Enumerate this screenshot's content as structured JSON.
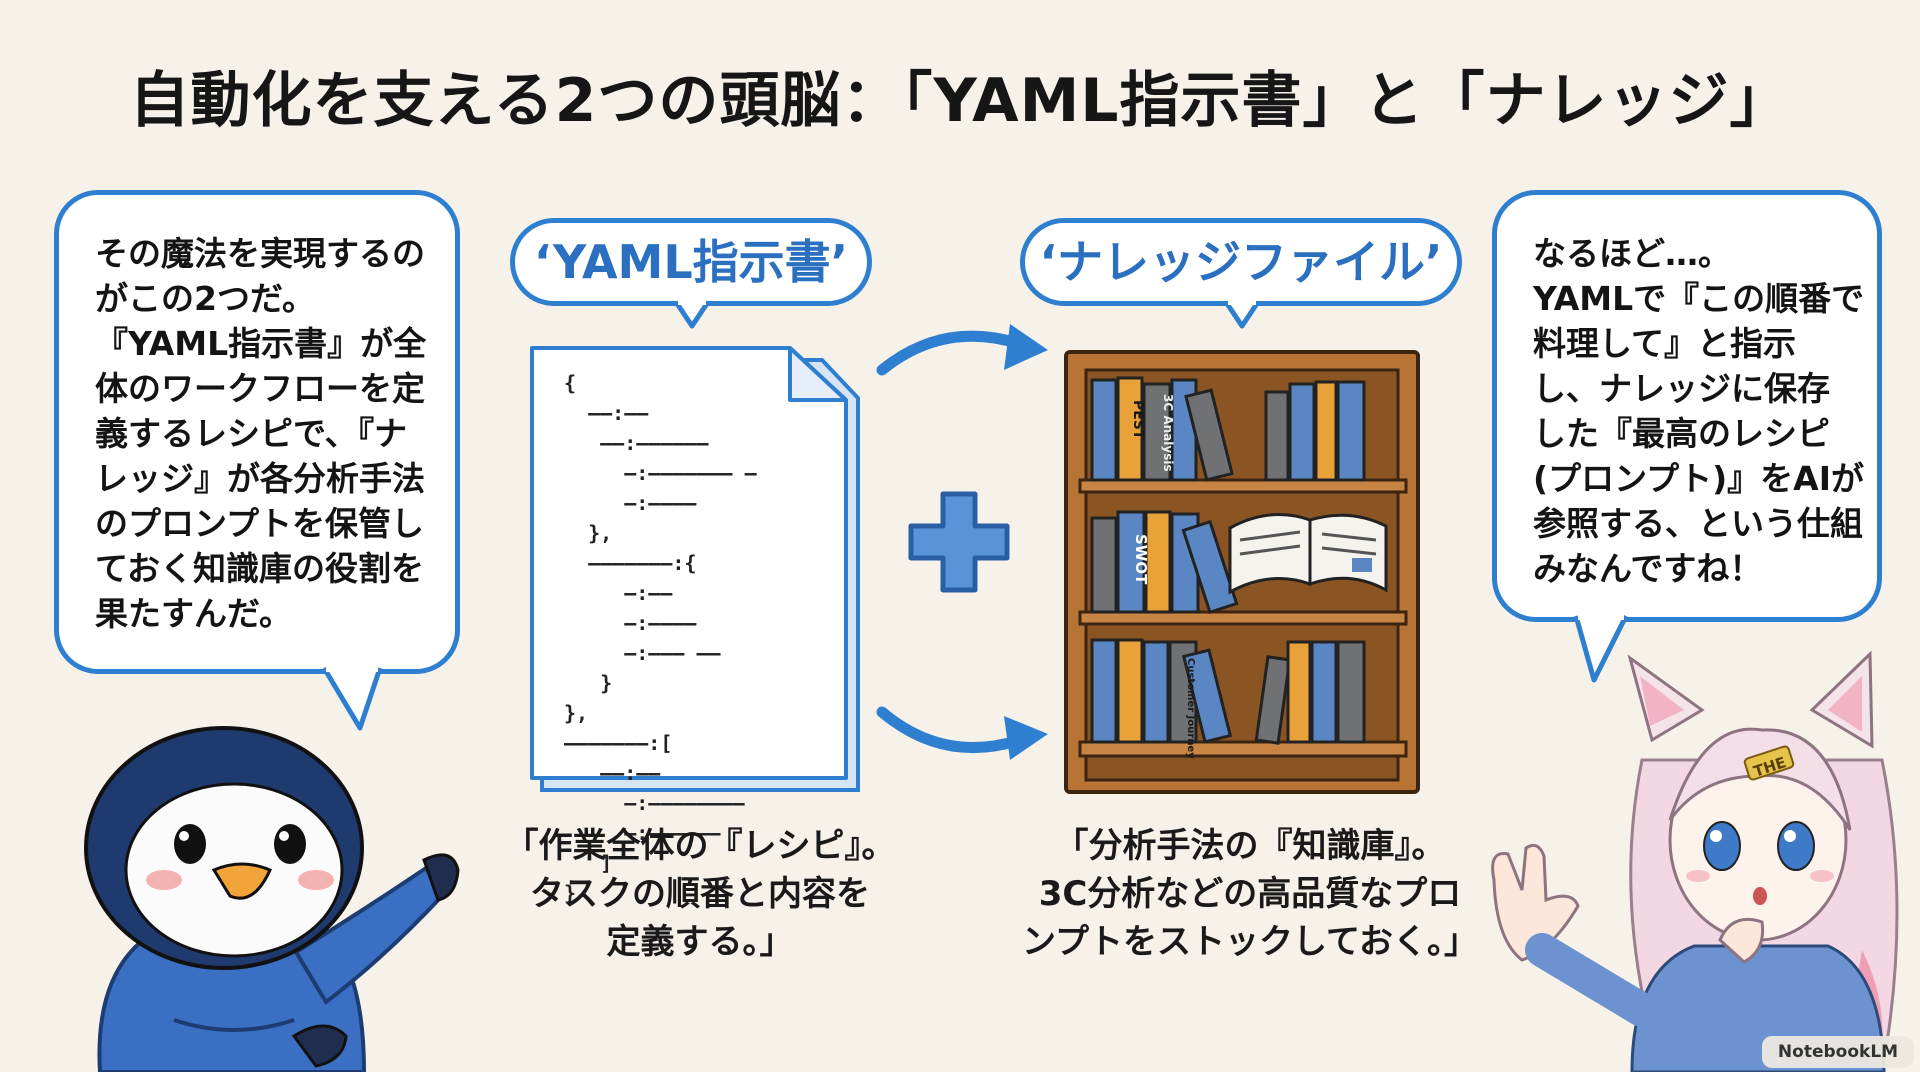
{
  "title": "自動化を支える2つの頭脳：「YAML指示書」と「ナレッジ」",
  "left_bubble": {
    "lines": [
      "その魔法を実現するの",
      "がこの2つだ。",
      "『YAML指示書』が全",
      "体のワークフローを定",
      "義するレシピで、『ナ",
      "レッジ』が各分析手法",
      "のプロンプトを保管し",
      "ておく知識庫の役割を",
      "果たすんだ。"
    ]
  },
  "right_bubble": {
    "lines": [
      "なるほど…。",
      "YAMLで『この順番で",
      "料理して』と指示",
      "し、ナレッジに保存",
      "した『最高のレシピ",
      "(プロンプト)』をAIが",
      "参照する、という仕組",
      "みなんですね！"
    ]
  },
  "yaml": {
    "label": "‘YAML指示書’",
    "code": "{\n  ——:——\n   ——:——————\n     —:——————— —\n     —:————\n  },\n  ———————:{\n     —:——\n     —:————\n     —:——— ——\n   }\n},\n———————:[\n   ——:——\n     —:————————\n     —:——————\n   ]\n}",
    "caption_lines": [
      "「作業全体の『レシピ』。",
      "タスクの順番と内容を",
      "定義する。」"
    ]
  },
  "knowledge": {
    "label": "‘ナレッジファイル’",
    "caption_lines": [
      "「分析手法の『知識庫』。",
      "3C分析などの高品質なプロ",
      "ンプトをストックしておく。」"
    ],
    "book_titles": [
      "PEST",
      "3C Analysis",
      "SWOT",
      "Customer Journey"
    ]
  },
  "hairclip_text": "THE",
  "watermark": "NotebookLM",
  "colors": {
    "accent_blue": "#2f7fd1",
    "book_blue": "#5b86c4",
    "book_orange": "#e9a23a",
    "book_gray": "#6f7175",
    "shelf_wood": "#b87434",
    "background": "#f6f2ea"
  }
}
